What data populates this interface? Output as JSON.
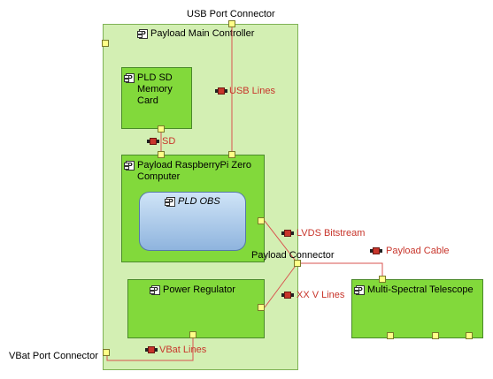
{
  "parts": {
    "main": "Payload Main Controller",
    "sd": "PLD SD Memory Card",
    "rpi": "Payload RaspberryPi Zero Computer",
    "obs": "PLD OBS",
    "power": "Power Regulator",
    "telescope": "Multi-Spectral Telescope"
  },
  "ports": {
    "usb": "USB Port Connector",
    "payload": "Payload Connector",
    "vbat": "VBat Port Connector"
  },
  "connectors": {
    "usb_lines": "USB Lines",
    "sd": "SD",
    "lvds": "LVDS Bitstream",
    "payload_cable": "Payload Cable",
    "xxv": "XX V Lines",
    "vbat_lines": "VBat Lines"
  },
  "icon_glyph": "P",
  "colors": {
    "line": "#d9534f",
    "connector_label": "#c8352b"
  }
}
